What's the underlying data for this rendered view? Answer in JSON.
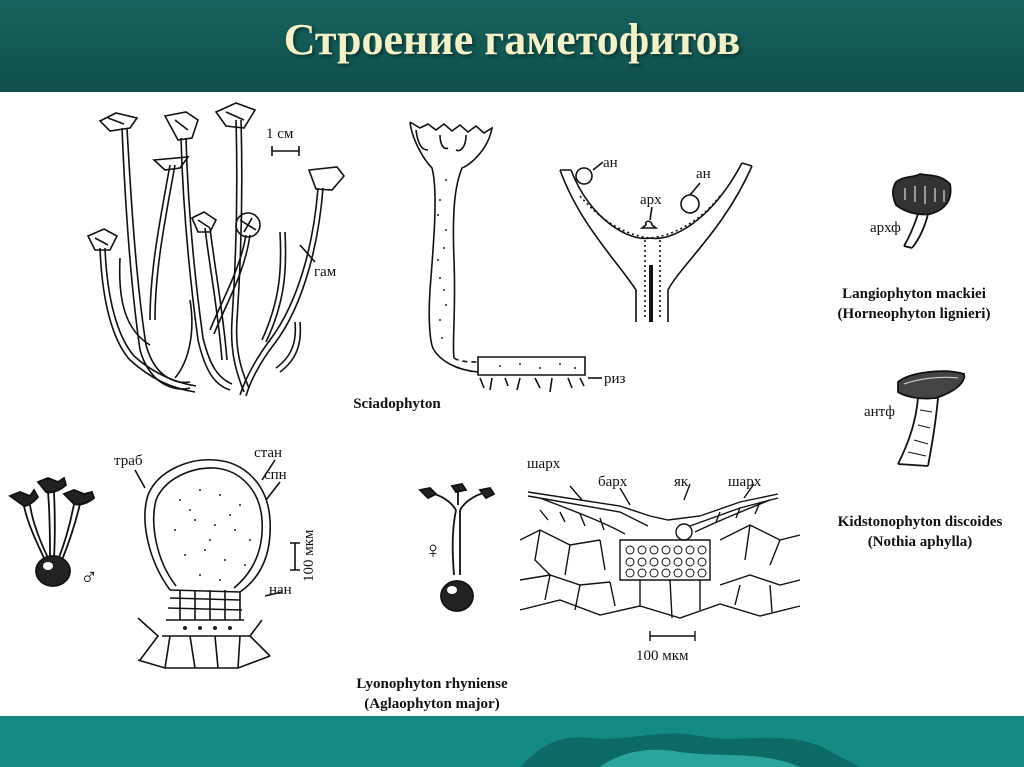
{
  "title": "Строение гаметофитов",
  "labels": {
    "scale_1cm": "1 см",
    "gam": "гам",
    "riz": "риз",
    "an1": "ан",
    "an2": "ан",
    "arh": "арх",
    "arhf": "архф",
    "antf": "антф",
    "trab": "траб",
    "stan": "стан",
    "spn": "спн",
    "nan": "нан",
    "scale_100mkm_v": "100 мкм",
    "sharh_left": "шарх",
    "barh": "барх",
    "yak": "як",
    "sharh_right": "шарх",
    "scale_100mkm_h": "100 мкм",
    "female_symbol": "♀",
    "male_symbol": "♂"
  },
  "captions": {
    "sciadophyton": "Sciadophyton",
    "langiophyton_1": "Langiophyton mackiei",
    "langiophyton_2": "(Horneophyton lignieri)",
    "kidstonophyton_1": "Kidstonophyton discoides",
    "kidstonophyton_2": "(Nothia aphylla)",
    "lyonophyton_1": "Lyonophyton rhyniense",
    "lyonophyton_2": "(Aglaophyton major)"
  },
  "colors": {
    "header": "#135955",
    "title_text": "#f4f1c9",
    "footer": "#138a82",
    "ink": "#111111"
  }
}
